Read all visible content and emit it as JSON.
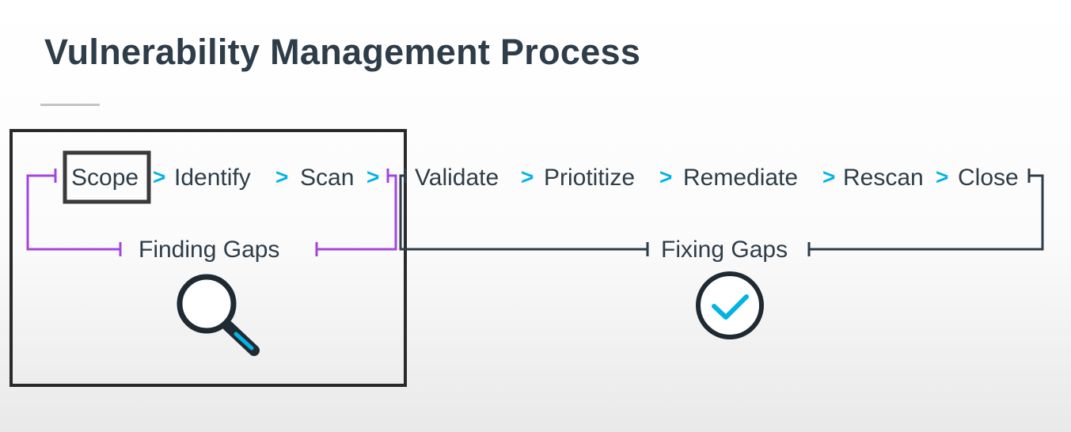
{
  "title": "Vulnerability Management Process",
  "steps": [
    "Scope",
    "Identify",
    "Scan",
    "Validate",
    "Priotitize",
    "Remediate",
    "Rescan",
    "Close"
  ],
  "arrow_glyph": ">",
  "phases": {
    "finding": {
      "label": "Finding Gaps",
      "icon": "magnifying-glass-icon",
      "bracket_color": "#a445e0"
    },
    "fixing": {
      "label": "Fixing Gaps",
      "icon": "check-circle-icon",
      "bracket_color": "#2e3d49"
    }
  },
  "highlighted_step": "Scope",
  "colors": {
    "text": "#2e3d49",
    "arrow": "#02b3e4",
    "finding_bracket": "#a445e0",
    "fixing_bracket": "#2e3d49",
    "highlight_box": "#3a3a3a"
  }
}
